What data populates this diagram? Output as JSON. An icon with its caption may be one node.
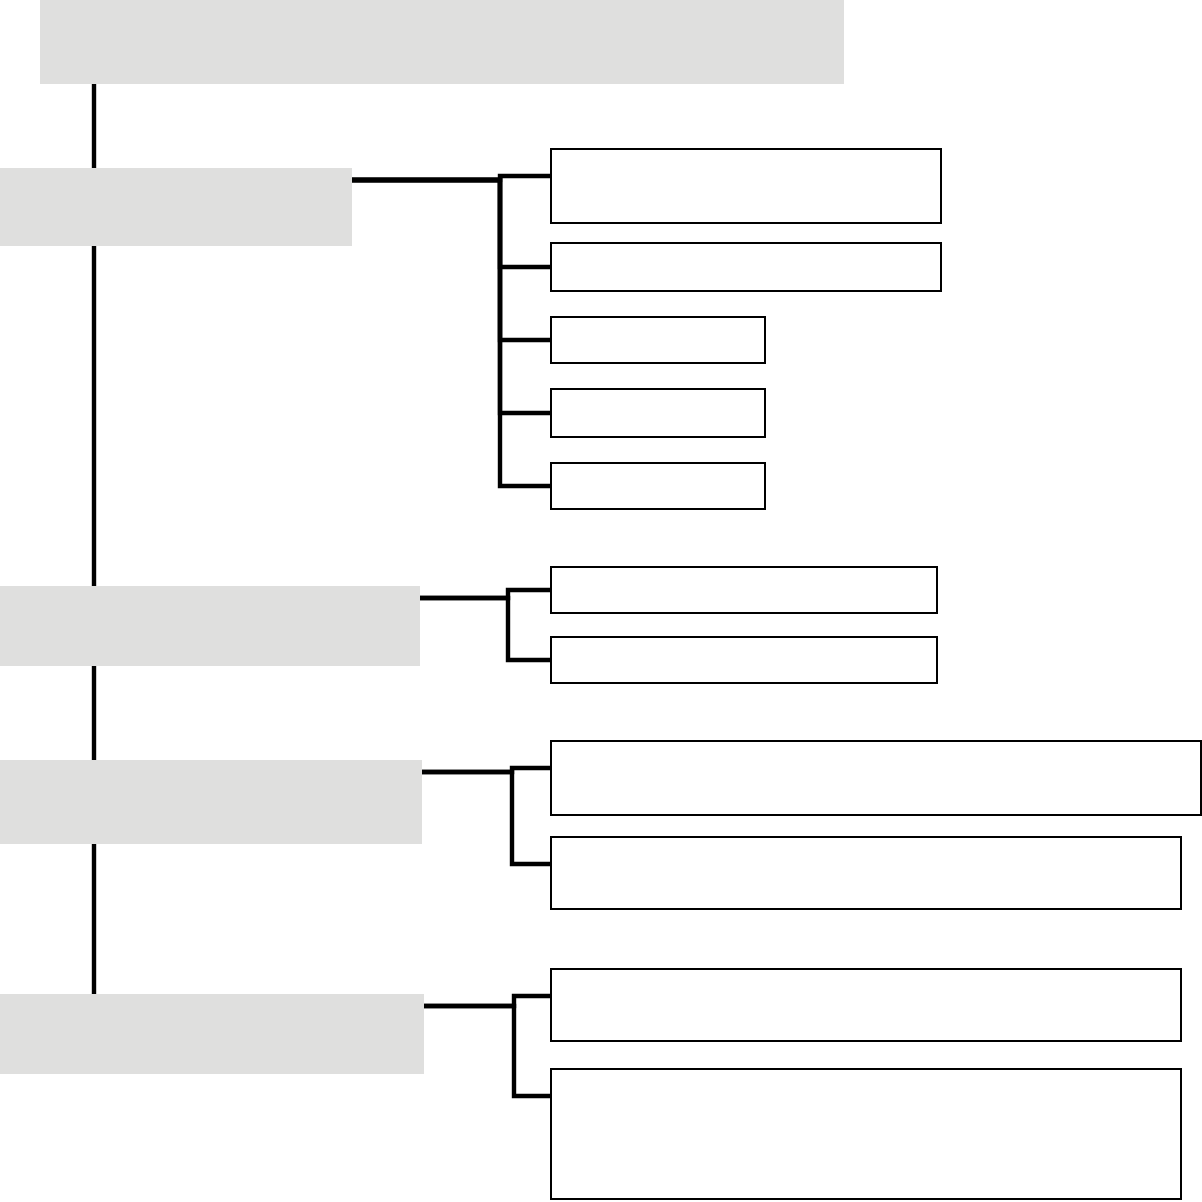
{
  "diagram": {
    "nodes": [
      {
        "text": [],
        "shape": "box"
      },
      {
        "text": [],
        "shape": "box"
      },
      {
        "text": [],
        "shape": "box"
      },
      {
        "text": [],
        "shape": "box"
      },
      {
        "text": [],
        "shape": "box"
      },
      {
        "text": [],
        "shape": "box"
      },
      {
        "text": [],
        "shape": "box"
      },
      {
        "text": [],
        "shape": "box"
      },
      {
        "text": [],
        "shape": "box"
      },
      {
        "text": [],
        "shape": "box"
      },
      {
        "text": [],
        "shape": "box"
      },
      {
        "text": [],
        "shape": "box"
      },
      {
        "text": [],
        "shape": "box"
      },
      {
        "text": [],
        "shape": "box"
      },
      {
        "text": [],
        "shape": "box"
      },
      {
        "text": [],
        "shape": "box"
      }
    ],
    "edges": [
      {
        "from": 0,
        "to": 1,
        "arrow": "none"
      },
      {
        "from": 1,
        "to": 7,
        "arrow": "none"
      },
      {
        "from": 7,
        "to": 10,
        "arrow": "none"
      },
      {
        "from": 10,
        "to": 13,
        "arrow": "none"
      },
      {
        "from": 1,
        "to": 2,
        "arrow": "none"
      },
      {
        "from": 1,
        "to": 3,
        "arrow": "none"
      },
      {
        "from": 1,
        "to": 4,
        "arrow": "none"
      },
      {
        "from": 1,
        "to": 5,
        "arrow": "none"
      },
      {
        "from": 1,
        "to": 6,
        "arrow": "none"
      },
      {
        "from": 7,
        "to": 8,
        "arrow": "none"
      },
      {
        "from": 7,
        "to": 9,
        "arrow": "none"
      },
      {
        "from": 10,
        "to": 11,
        "arrow": "none"
      },
      {
        "from": 10,
        "to": 12,
        "arrow": "none"
      },
      {
        "from": 13,
        "to": 14,
        "arrow": "none"
      },
      {
        "from": 13,
        "to": 15,
        "arrow": "none"
      }
    ]
  }
}
